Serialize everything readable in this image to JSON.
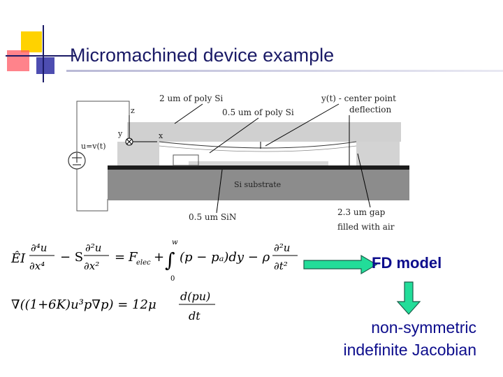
{
  "slide": {
    "title": "Micromachined device example"
  },
  "diagram": {
    "labels": {
      "poly_si_2um": "2 um of poly Si",
      "poly_si_05um": "0.5 um of poly Si",
      "center_deflection_line1": "y(t) - center point",
      "center_deflection_line2": "deflection",
      "axis_z": "z",
      "axis_y": "y",
      "axis_x": "x",
      "source": "u=v(t)",
      "substrate": "Si substrate",
      "sin_layer": "0.5 um SiN",
      "gap_line1": "2.3 um gap",
      "gap_line2": "filled with air"
    }
  },
  "equations": {
    "eq1": {
      "lhs": "ÊI ∂⁴u/∂x⁴ − S ∂²u/∂x² = F_elec + ∫₀ʷ (p − pₐ) dy − ρ ∂²u/∂t²",
      "integral_upper": "w",
      "integral_lower": "0"
    },
    "eq2": "∇((1+6K)u³p∇p) = 12μ d(pu)/dt"
  },
  "right_panel": {
    "fd_model": "FD model",
    "result_line1": "non-symmetric",
    "result_line2": "indefinite Jacobian"
  },
  "colors": {
    "title_text": "#1a1a66",
    "accent_text": "#0d0d8c",
    "arrow_fill": "#22dd99",
    "deco_yellow": "#ffd200",
    "deco_red": "#ff5a64",
    "deco_blue": "#3a3aa8"
  }
}
